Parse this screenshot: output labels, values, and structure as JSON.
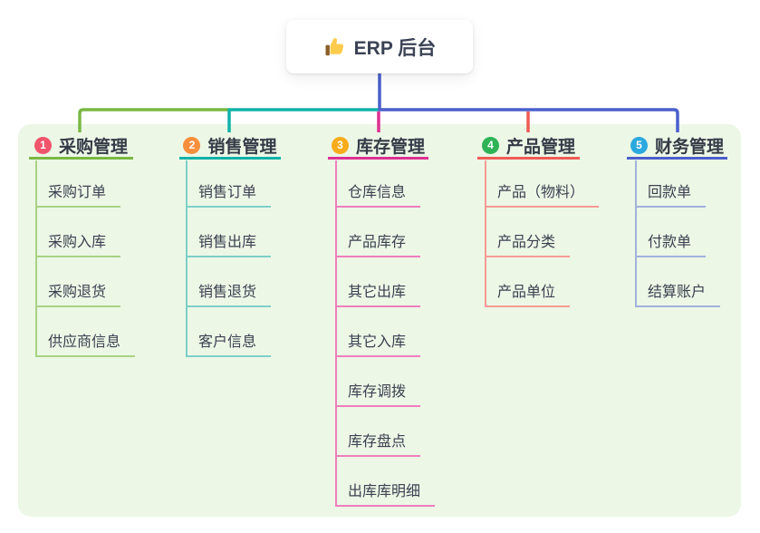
{
  "root": {
    "title": "ERP 后台",
    "icon": "thumbs-up-icon",
    "line_color": "#4B5FCC"
  },
  "canvas": {
    "panel_color": "#ECF7E6",
    "background_color": "#FFFFFF"
  },
  "branches": [
    {
      "badge": "1",
      "title": "采购管理",
      "line_color": "#7AB843",
      "light_line_color": "#A9D385",
      "badge_color": "#F1556B",
      "items": [
        "采购订单",
        "采购入库",
        "采购退货",
        "供应商信息"
      ]
    },
    {
      "badge": "2",
      "title": "销售管理",
      "line_color": "#12B2A9",
      "light_line_color": "#7ECFC9",
      "badge_color": "#F88F3D",
      "items": [
        "销售订单",
        "销售出库",
        "销售退货",
        "客户信息"
      ]
    },
    {
      "badge": "3",
      "title": "库存管理",
      "line_color": "#DE3093",
      "light_line_color": "#F07EBE",
      "badge_color": "#F8AC1C",
      "items": [
        "仓库信息",
        "产品库存",
        "其它出库",
        "其它入库",
        "库存调拨",
        "库存盘点",
        "出库库明细"
      ]
    },
    {
      "badge": "4",
      "title": "产品管理",
      "line_color": "#F15B55",
      "light_line_color": "#F69A94",
      "badge_color": "#2EB356",
      "items": [
        "产品（物料）",
        "产品分类",
        "产品单位"
      ]
    },
    {
      "badge": "5",
      "title": "财务管理",
      "line_color": "#4B5FCC",
      "light_line_color": "#A2B1DC",
      "badge_color": "#2BA9DF",
      "items": [
        "回款单",
        "付款单",
        "结算账户"
      ]
    }
  ]
}
